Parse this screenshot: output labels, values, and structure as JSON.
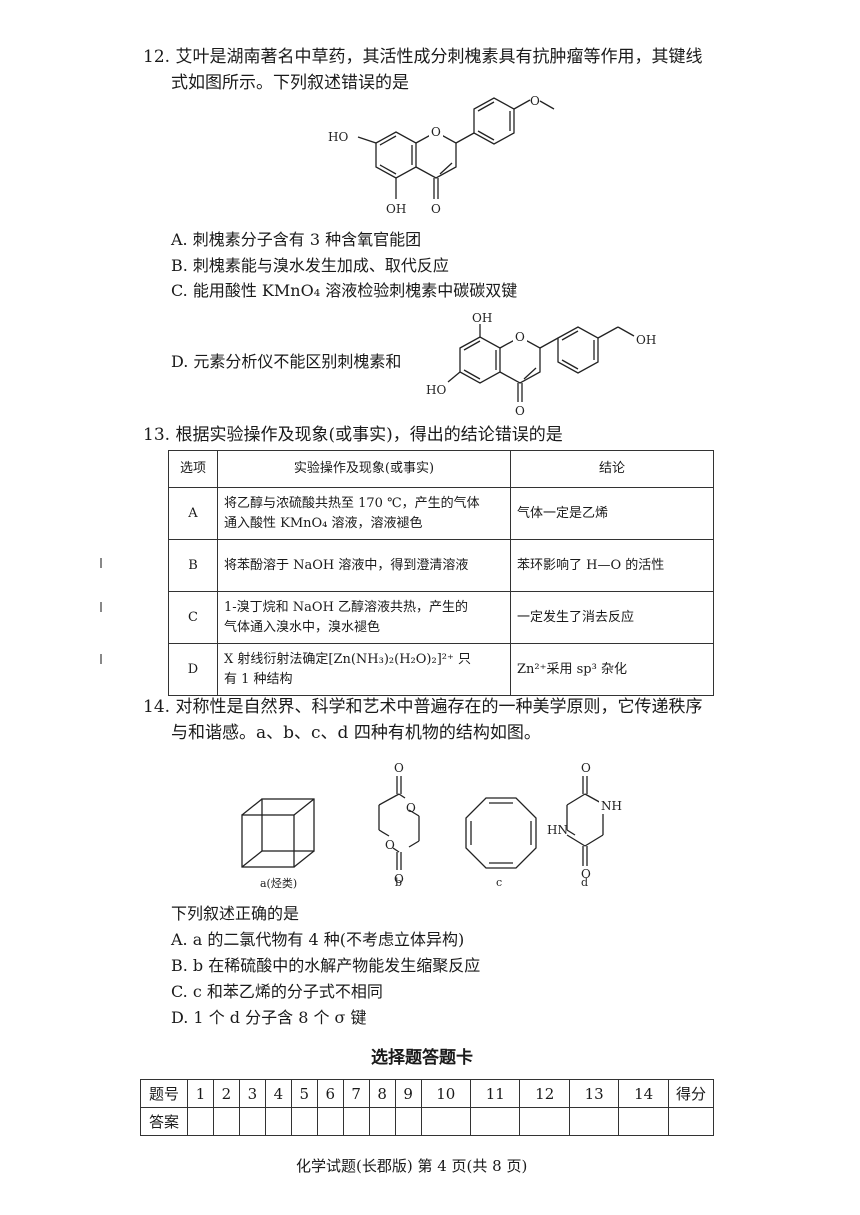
{
  "q12": {
    "stem_l1": "12. 艾叶是湖南著名中草药，其活性成分刺槐素具有抗肿瘤等作用，其键线",
    "stem_l2": "式如图所示。下列叙述错误的是",
    "opt_a": "A. 刺槐素分子含有 3 种含氧官能团",
    "opt_b": "B. 刺槐素能与溴水发生加成、取代反应",
    "opt_c": "C. 能用酸性 KMnO₄ 溶液检验刺槐素中碳碳双键",
    "opt_d": "D. 元素分析仪不能区别刺槐素和",
    "mol1": {
      "ho": "HO",
      "oh": "OH",
      "o": "O"
    },
    "mol2": {
      "oh_top": "OH",
      "ho": "HO",
      "o": "O",
      "oh_right": "OH"
    }
  },
  "q13": {
    "stem": "13. 根据实验操作及现象(或事实)，得出的结论错误的是",
    "headers": [
      "选项",
      "实验操作及现象(或事实)",
      "结论"
    ],
    "rows": [
      {
        "opt": "A",
        "op_l1": "将乙醇与浓硫酸共热至 170 ℃，产生的气体",
        "op_l2": "通入酸性 KMnO₄ 溶液，溶液褪色",
        "conc": "气体一定是乙烯"
      },
      {
        "opt": "B",
        "op_l1": "将苯酚溶于 NaOH 溶液中，得到澄清溶液",
        "op_l2": "",
        "conc": "苯环影响了 H—O 的活性"
      },
      {
        "opt": "C",
        "op_l1": "1-溴丁烷和 NaOH 乙醇溶液共热，产生的",
        "op_l2": "气体通入溴水中，溴水褪色",
        "conc": "一定发生了消去反应"
      },
      {
        "opt": "D",
        "op_l1": "X 射线衍射法确定[Zn(NH₃)₂(H₂O)₂]²⁺ 只",
        "op_l2": "有 1 种结构",
        "conc": "Zn²⁺采用 sp³ 杂化"
      }
    ]
  },
  "q14": {
    "stem_l1": "14. 对称性是自然界、科学和艺术中普遍存在的一种美学原则，它传递秩序",
    "stem_l2": "与和谐感。a、b、c、d 四种有机物的结构如图。",
    "captions": {
      "a": "a(烃类)",
      "b": "b",
      "c": "c",
      "d": "d"
    },
    "mol_labels": {
      "o": "O",
      "nh": "NH",
      "hn": "HN"
    },
    "lead": "下列叙述正确的是",
    "opt_a": "A. a 的二氯代物有 4 种(不考虑立体异构)",
    "opt_b": "B. b 在稀硫酸中的水解产物能发生缩聚反应",
    "opt_c": "C. c 和苯乙烯的分子式不相同",
    "opt_d": "D. 1 个 d 分子含 8 个 σ 键"
  },
  "answer_card": {
    "title": "选择题答题卡",
    "row1_label": "题号",
    "numbers": [
      "1",
      "2",
      "3",
      "4",
      "5",
      "6",
      "7",
      "8",
      "9",
      "10",
      "11",
      "12",
      "13",
      "14"
    ],
    "score_label": "得分",
    "row2_label": "答案"
  },
  "footer": "化学试题(长郡版) 第 4 页(共 8 页)"
}
